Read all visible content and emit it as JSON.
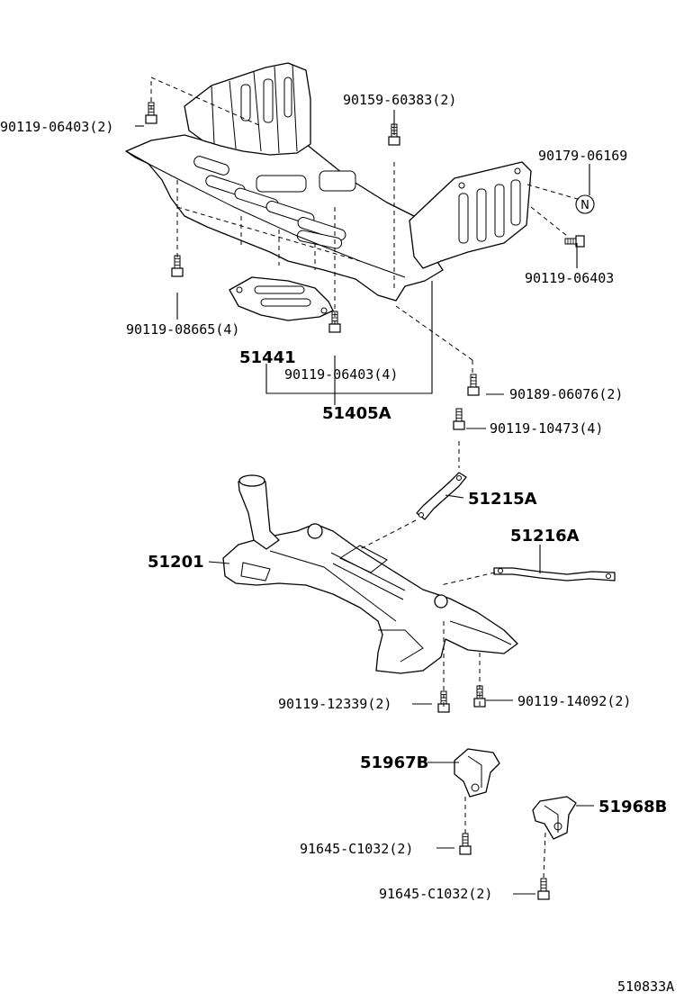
{
  "diagram_code": "510833A",
  "labels": {
    "bolt_left_top": "90119-06403(2)",
    "bolt_top_center": "90159-60383(2)",
    "nut_right": "90179-06169",
    "nut_symbol": "N",
    "bolt_right": "90119-06403",
    "bolt_left_lower": "90119-08665(4)",
    "plate_small": "51441",
    "bolt_plate": "90119-06403(4)",
    "cover_assembly": "51405A",
    "clip_right": "90189-06076(2)",
    "bolt_brace": "90119-10473(4)",
    "brace_a": "51215A",
    "brace_b": "51216A",
    "crossmember": "51201",
    "bolt_cm_left": "90119-12339(2)",
    "bolt_cm_right": "90119-14092(2)",
    "bracket_left": "51967B",
    "bracket_right": "51968B",
    "bolt_bracket_left": "91645-C1032(2)",
    "bolt_bracket_right": "91645-C1032(2)"
  }
}
